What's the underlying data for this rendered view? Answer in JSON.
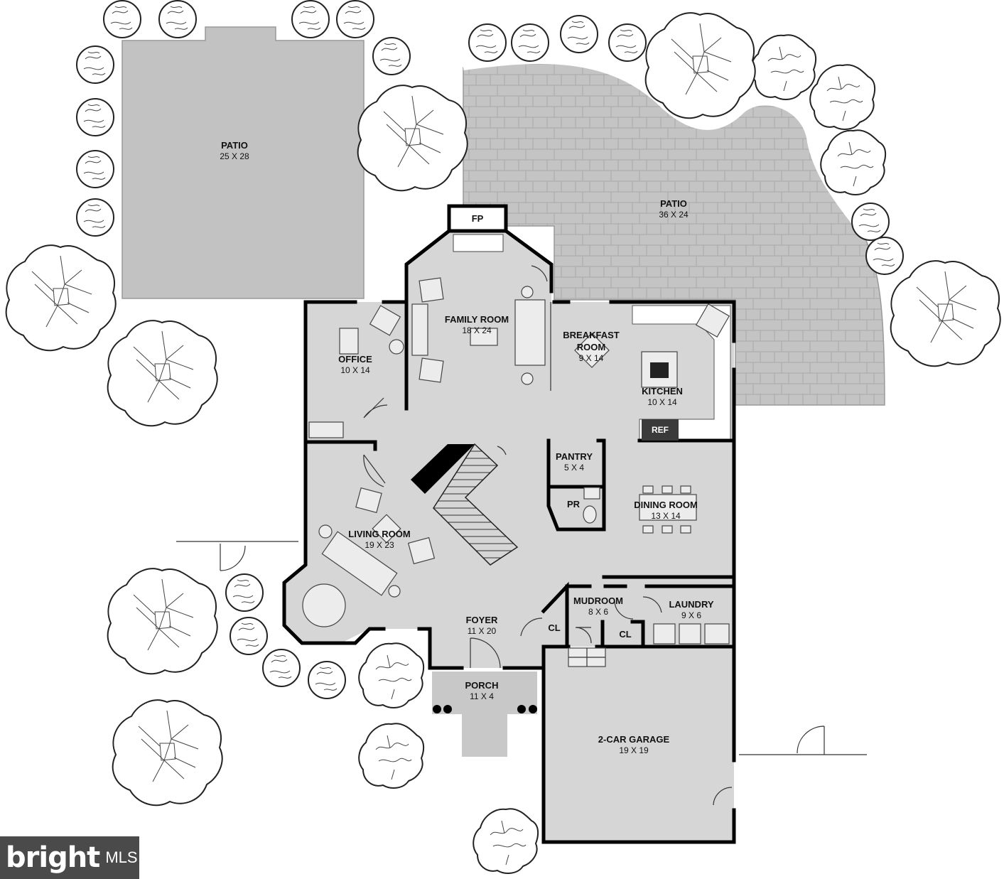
{
  "rooms": {
    "patio_left": {
      "name": "PATIO",
      "dim": "25 X 28"
    },
    "patio_right": {
      "name": "PATIO",
      "dim": "36 X 24"
    },
    "fireplace": {
      "name": "FP"
    },
    "family": {
      "name": "FAMILY ROOM",
      "dim": "18 X 24"
    },
    "breakfast": {
      "name1": "BREAKFAST",
      "name2": "ROOM",
      "dim": "9 X 14"
    },
    "office": {
      "name": "OFFICE",
      "dim": "10 X 14"
    },
    "kitchen": {
      "name": "KITCHEN",
      "dim": "10 X 14"
    },
    "ref": {
      "name": "REF"
    },
    "pantry": {
      "name": "PANTRY",
      "dim": "5 X 4"
    },
    "pr": {
      "name": "PR"
    },
    "dining": {
      "name": "DINING ROOM",
      "dim": "13 X 14"
    },
    "living": {
      "name": "LIVING ROOM",
      "dim": "19 X 23"
    },
    "mudroom": {
      "name": "MUDROOM",
      "dim": "8 X 6"
    },
    "laundry": {
      "name": "LAUNDRY",
      "dim": "9 X 6"
    },
    "cl1": {
      "name": "CL"
    },
    "cl2": {
      "name": "CL"
    },
    "foyer": {
      "name": "FOYER",
      "dim": "11 X 20"
    },
    "porch": {
      "name": "PORCH",
      "dim": "11 X 4"
    },
    "garage": {
      "name": "2-CAR GARAGE",
      "dim": "19 X 19"
    }
  },
  "logo": {
    "brand": "bright",
    "mls": "MLS"
  },
  "colors": {
    "floor": "#d6d6d6",
    "patio": "#c2c2c2",
    "paver": "#bdbdbd",
    "wall": "#000000",
    "logo_bg": "#4a4a4a",
    "logo_accent": "#e36b2c"
  }
}
